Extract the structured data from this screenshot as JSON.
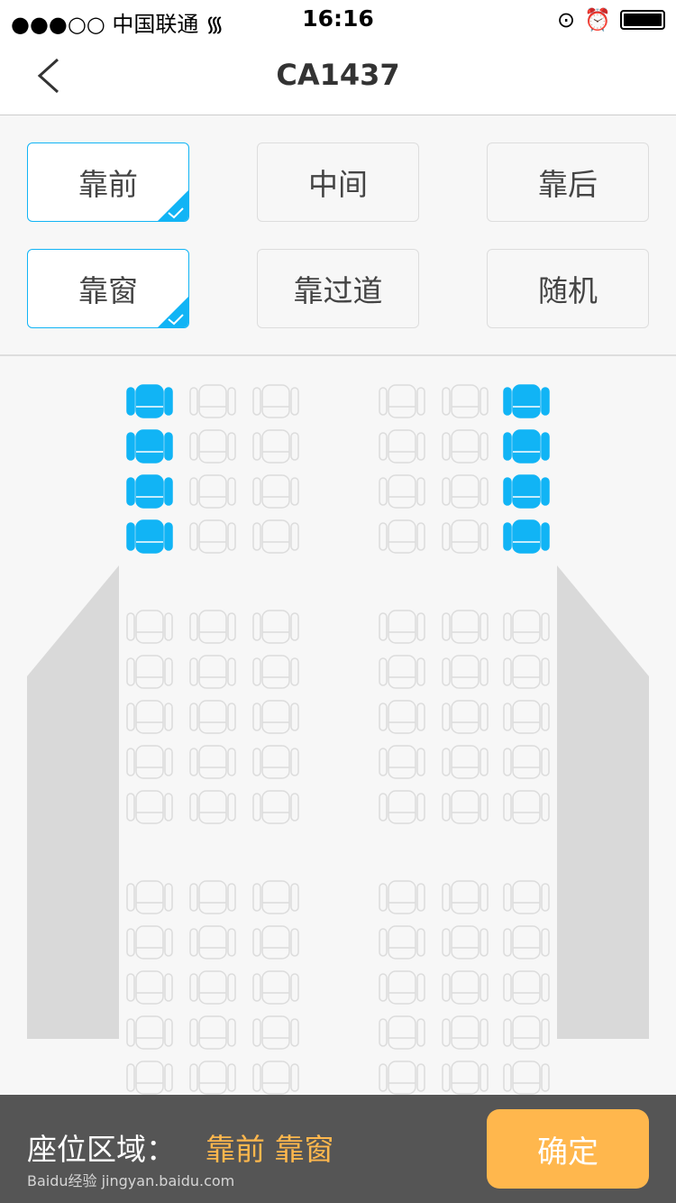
{
  "status_bar": {
    "signal": "●●●○○",
    "carrier": "中国联通",
    "time": "16:16"
  },
  "header": {
    "title": "CA1437"
  },
  "filters": [
    {
      "label": "靠前",
      "selected": true
    },
    {
      "label": "中间",
      "selected": false
    },
    {
      "label": "靠后",
      "selected": false
    },
    {
      "label": "靠窗",
      "selected": true
    },
    {
      "label": "靠过道",
      "selected": false
    },
    {
      "label": "随机",
      "selected": false
    }
  ],
  "colors": {
    "accent": "#11b4f5",
    "seat_empty": "#dcdcdc",
    "confirm": "#ffb74d",
    "selection_text": "#ffb84d",
    "bottom_bar": "#555555"
  },
  "seat_map": {
    "blocks": [
      [
        [
          1,
          0,
          0,
          0,
          0,
          1
        ],
        [
          1,
          0,
          0,
          0,
          0,
          1
        ],
        [
          1,
          0,
          0,
          0,
          0,
          1
        ],
        [
          1,
          0,
          0,
          0,
          0,
          1
        ]
      ],
      [
        [
          0,
          0,
          0,
          0,
          0,
          0
        ],
        [
          0,
          0,
          0,
          0,
          0,
          0
        ],
        [
          0,
          0,
          0,
          0,
          0,
          0
        ],
        [
          0,
          0,
          0,
          0,
          0,
          0
        ],
        [
          0,
          0,
          0,
          0,
          0,
          0
        ]
      ],
      [
        [
          0,
          0,
          0,
          0,
          0,
          0
        ],
        [
          0,
          0,
          0,
          0,
          0,
          0
        ],
        [
          0,
          0,
          0,
          0,
          0,
          0
        ],
        [
          0,
          0,
          0,
          0,
          0,
          0
        ],
        [
          0,
          0,
          0,
          0,
          0,
          0
        ]
      ]
    ]
  },
  "footer": {
    "label": "座位区域：",
    "value": "靠前 靠窗",
    "confirm": "确定",
    "watermark": "Baidu经验 jingyan.baidu.com"
  }
}
